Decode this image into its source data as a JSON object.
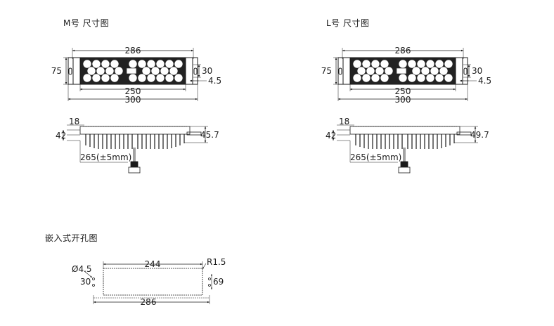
{
  "titles": {
    "m": "M号 尺寸图",
    "l": "L号 尺寸图",
    "cutout": "嵌入式开孔图"
  },
  "m": {
    "length_top": "286",
    "height": "75",
    "side": "30",
    "hole": "4.5",
    "inner": "250",
    "overall": "300",
    "profile_a": "18",
    "profile_b": "42",
    "profile_h": "45.7",
    "cable": "265(±5mm)"
  },
  "l": {
    "length_top": "286",
    "height": "75",
    "side": "30",
    "hole": "4.5",
    "inner": "250",
    "overall": "300",
    "profile_a": "18",
    "profile_b": "42",
    "profile_h": "49.7",
    "cable": "265(±5mm)"
  },
  "cutout": {
    "width": "244",
    "radius": "R1.5",
    "hole": "Ø4.5",
    "spacing": "30",
    "height": "69",
    "overall": "286"
  }
}
